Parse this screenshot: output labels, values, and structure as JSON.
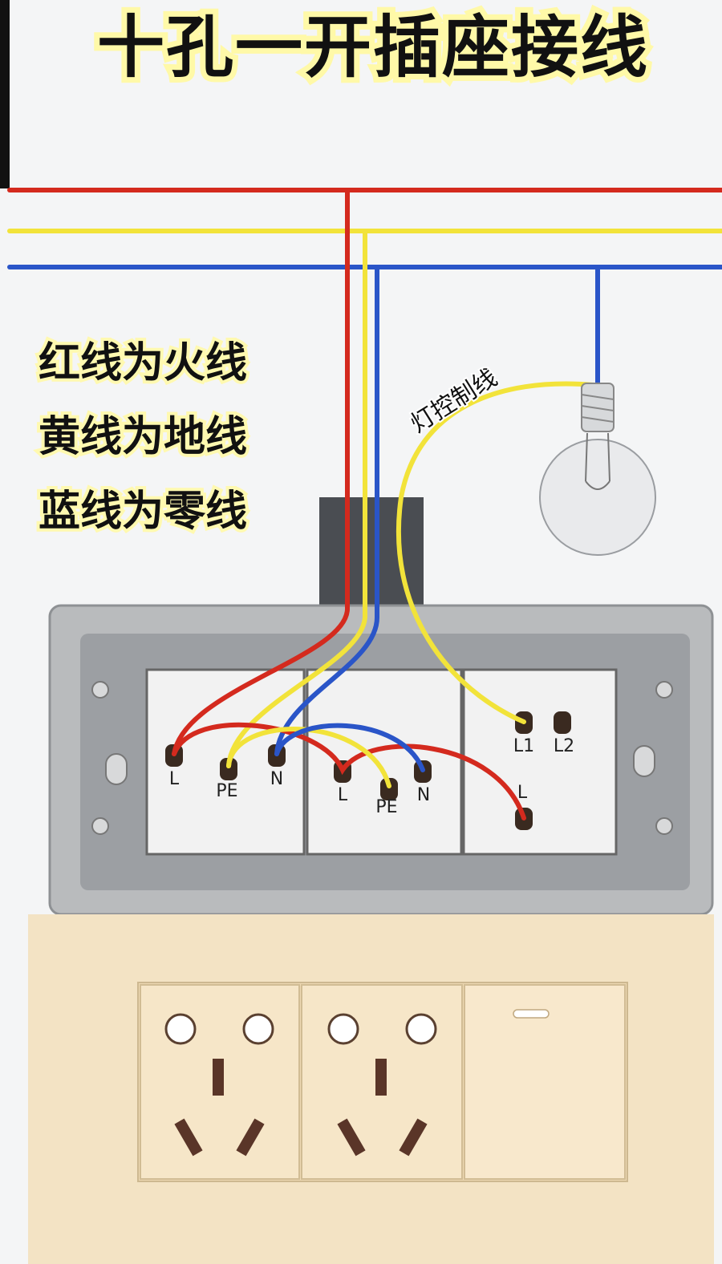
{
  "title": "十孔一开插座接线",
  "legend": [
    "红线为火线",
    "黄线为地线",
    "蓝线为零线"
  ],
  "control_wire_label": "灯控制线",
  "terminals": {
    "socket1": [
      "L",
      "PE",
      "N"
    ],
    "socket2": [
      "L",
      "PE",
      "N"
    ],
    "switch": [
      "L1",
      "L2",
      "L"
    ]
  },
  "colors": {
    "live": "#d42a1e",
    "earth": "#f2e33a",
    "neutral": "#2a55c8",
    "panel": "#f3e3c4"
  }
}
